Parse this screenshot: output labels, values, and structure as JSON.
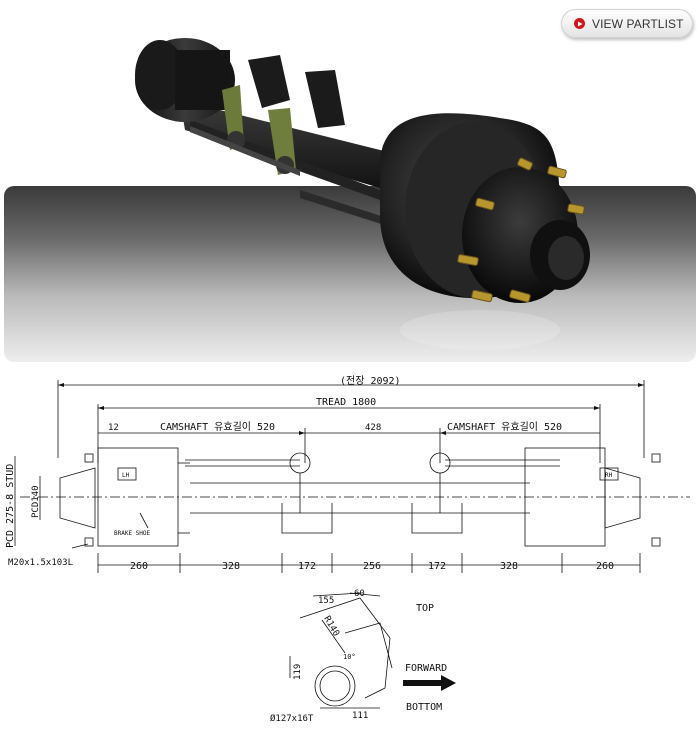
{
  "header": {
    "partlist_label": "VIEW PARTLIST"
  },
  "photo": {
    "alt": ""
  },
  "drawing": {
    "overall_length": "(전장 2092)",
    "tread": "TREAD 1800",
    "dim_12": "12",
    "camshaft_left": "CAMSHAFT 유효길이 520",
    "dim_428": "428",
    "camshaft_right": "CAMSHAFT 유효길이 520",
    "pcd_stud": "PCD 275-8 STUD",
    "pcd_140": "PCD140",
    "hub_left": "LH",
    "hub_right": "RH",
    "brake_shoe": "BRAKE SHOE",
    "stud_spec": "M20x1.5x103L",
    "bottom_dims": [
      "260",
      "328",
      "172",
      "256",
      "172",
      "328",
      "260"
    ],
    "detail": {
      "dim_155": "155",
      "dim_60": "60",
      "radius": "R140",
      "angle": "10°",
      "dim_119": "119",
      "tube": "Ø127x16T",
      "dim_111": "111",
      "top": "TOP",
      "forward": "FORWARD",
      "bottom": "BOTTOM"
    }
  }
}
